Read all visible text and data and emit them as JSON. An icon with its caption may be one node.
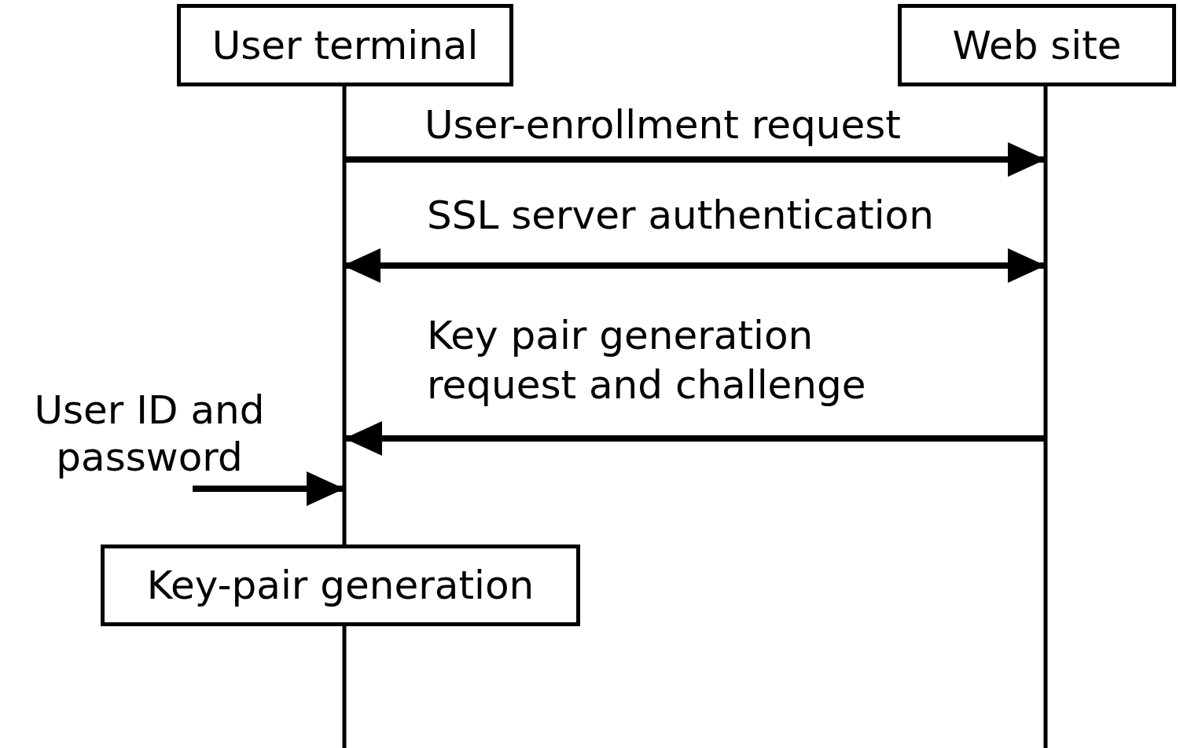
{
  "diagram": {
    "nodes": [
      {
        "text": [
          "User terminal"
        ]
      },
      {
        "text": [
          "Web site"
        ]
      },
      {
        "text": [
          "Key-pair generation"
        ]
      },
      {
        "text": [
          "User ID and password"
        ]
      }
    ],
    "edges": [
      {
        "from": 0,
        "to": 1,
        "arrow": "to",
        "label": "User-enrollment request"
      },
      {
        "from": 0,
        "to": 1,
        "arrow": "both",
        "label": "SSL server authentication"
      },
      {
        "from": 1,
        "to": 0,
        "arrow": "to",
        "label": "Key pair generation request and challenge"
      },
      {
        "from": 3,
        "to": 0,
        "arrow": "to"
      }
    ]
  }
}
